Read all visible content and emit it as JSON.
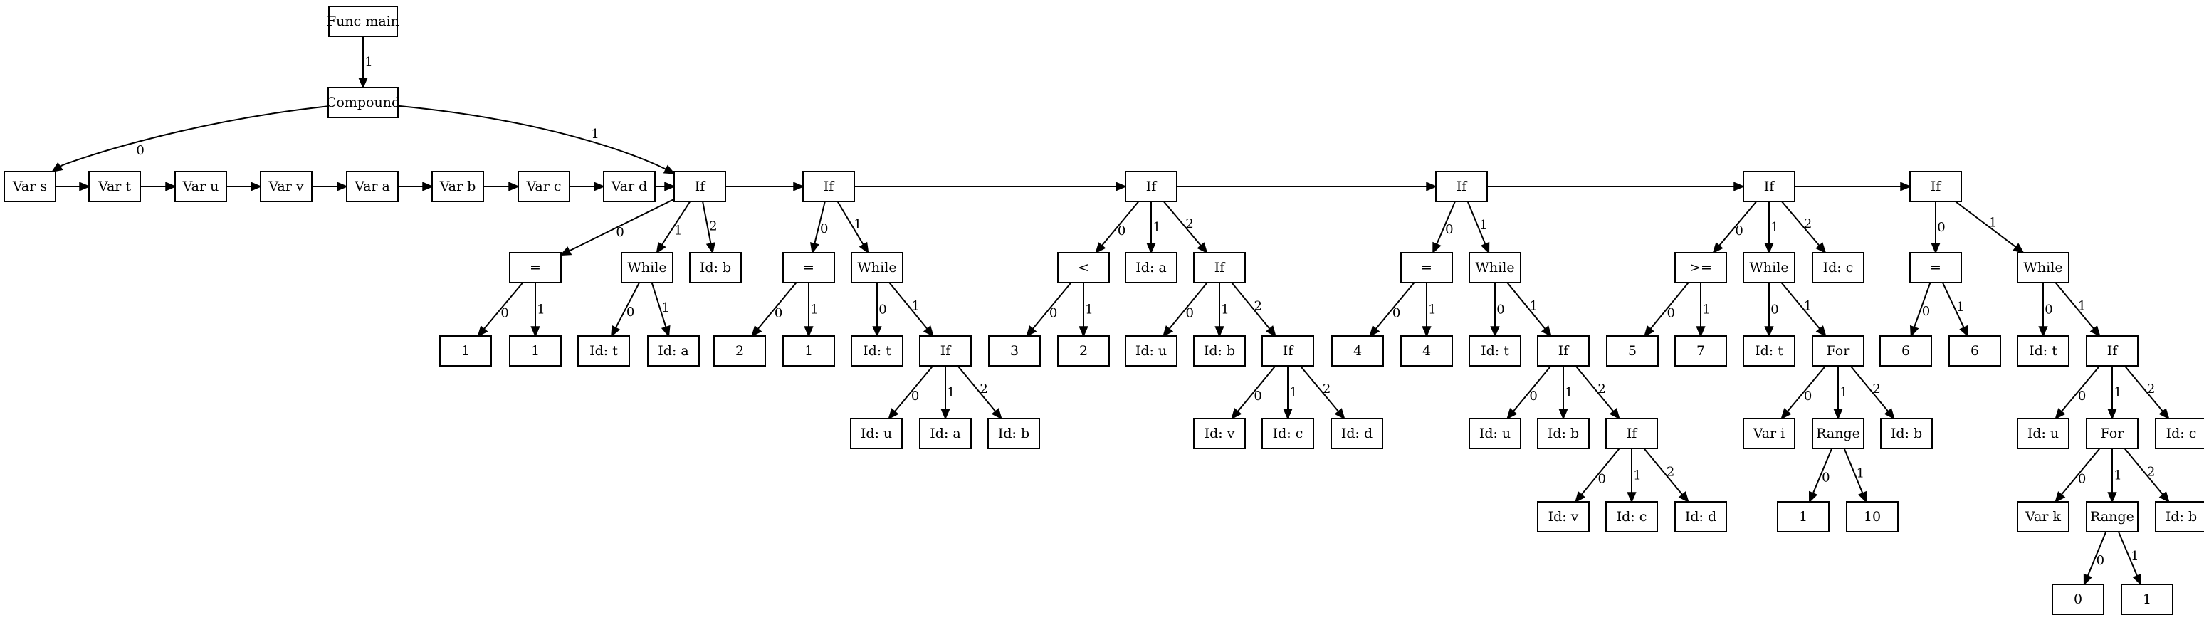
{
  "nodes": [
    {
      "id": "func",
      "label": "Func main"
    },
    {
      "id": "comp",
      "label": "Compound"
    },
    {
      "id": "vs",
      "label": "Var s"
    },
    {
      "id": "vt",
      "label": "Var t"
    },
    {
      "id": "vu",
      "label": "Var u"
    },
    {
      "id": "vv",
      "label": "Var v"
    },
    {
      "id": "va",
      "label": "Var a"
    },
    {
      "id": "vb",
      "label": "Var b"
    },
    {
      "id": "vc",
      "label": "Var c"
    },
    {
      "id": "vd",
      "label": "Var d"
    },
    {
      "id": "if1",
      "label": "If"
    },
    {
      "id": "eq1",
      "label": "="
    },
    {
      "id": "n1a",
      "label": "1"
    },
    {
      "id": "n1b",
      "label": "1"
    },
    {
      "id": "wh1",
      "label": "While"
    },
    {
      "id": "id1t",
      "label": "Id: t"
    },
    {
      "id": "id1a",
      "label": "Id: a"
    },
    {
      "id": "id1b",
      "label": "Id: b"
    },
    {
      "id": "if2",
      "label": "If"
    },
    {
      "id": "eq2",
      "label": "="
    },
    {
      "id": "n2a",
      "label": "2"
    },
    {
      "id": "n2b",
      "label": "1"
    },
    {
      "id": "wh2",
      "label": "While"
    },
    {
      "id": "id2t",
      "label": "Id: t"
    },
    {
      "id": "if2b",
      "label": "If"
    },
    {
      "id": "id2u",
      "label": "Id: u"
    },
    {
      "id": "id2a",
      "label": "Id: a"
    },
    {
      "id": "id2b",
      "label": "Id: b"
    },
    {
      "id": "if3",
      "label": "If"
    },
    {
      "id": "lt3",
      "label": "<"
    },
    {
      "id": "n3a",
      "label": "3"
    },
    {
      "id": "n3b",
      "label": "2"
    },
    {
      "id": "id3a",
      "label": "Id: a"
    },
    {
      "id": "if3b",
      "label": "If"
    },
    {
      "id": "id3u",
      "label": "Id: u"
    },
    {
      "id": "id3b",
      "label": "Id: b"
    },
    {
      "id": "if3c",
      "label": "If"
    },
    {
      "id": "id3v",
      "label": "Id: v"
    },
    {
      "id": "id3c",
      "label": "Id: c"
    },
    {
      "id": "id3d",
      "label": "Id: d"
    },
    {
      "id": "if4",
      "label": "If"
    },
    {
      "id": "eq4",
      "label": "="
    },
    {
      "id": "n4a",
      "label": "4"
    },
    {
      "id": "n4b",
      "label": "4"
    },
    {
      "id": "wh4",
      "label": "While"
    },
    {
      "id": "id4t",
      "label": "Id: t"
    },
    {
      "id": "if4b",
      "label": "If"
    },
    {
      "id": "id4u",
      "label": "Id: u"
    },
    {
      "id": "id4b",
      "label": "Id: b"
    },
    {
      "id": "if4c",
      "label": "If"
    },
    {
      "id": "id4v",
      "label": "Id: v"
    },
    {
      "id": "id4c",
      "label": "Id: c"
    },
    {
      "id": "id4d",
      "label": "Id: d"
    },
    {
      "id": "if5",
      "label": "If"
    },
    {
      "id": "ge5",
      "label": ">="
    },
    {
      "id": "n5a",
      "label": "5"
    },
    {
      "id": "n5b",
      "label": "7"
    },
    {
      "id": "wh5",
      "label": "While"
    },
    {
      "id": "id5t",
      "label": "Id: t"
    },
    {
      "id": "for5",
      "label": "For"
    },
    {
      "id": "vi5",
      "label": "Var i"
    },
    {
      "id": "rg5",
      "label": "Range"
    },
    {
      "id": "n5c",
      "label": "1"
    },
    {
      "id": "n5d",
      "label": "10"
    },
    {
      "id": "id5b",
      "label": "Id: b"
    },
    {
      "id": "id5c",
      "label": "Id: c"
    },
    {
      "id": "if6",
      "label": "If"
    },
    {
      "id": "eq6",
      "label": "="
    },
    {
      "id": "n6a",
      "label": "6"
    },
    {
      "id": "n6b",
      "label": "6"
    },
    {
      "id": "wh6",
      "label": "While"
    },
    {
      "id": "id6t",
      "label": "Id: t"
    },
    {
      "id": "if6b",
      "label": "If"
    },
    {
      "id": "id6u",
      "label": "Id: u"
    },
    {
      "id": "for6",
      "label": "For"
    },
    {
      "id": "vk6",
      "label": "Var k"
    },
    {
      "id": "rg6",
      "label": "Range"
    },
    {
      "id": "n6c",
      "label": "0"
    },
    {
      "id": "n6d",
      "label": "1"
    },
    {
      "id": "id6b",
      "label": "Id: b"
    },
    {
      "id": "id6c",
      "label": "Id: c"
    }
  ],
  "edges": [
    {
      "from": "func",
      "to": "comp",
      "label": "1"
    },
    {
      "from": "comp",
      "to": "vs",
      "label": "0"
    },
    {
      "from": "comp",
      "to": "if1",
      "label": "1"
    },
    {
      "from": "vs",
      "to": "vt",
      "label": ""
    },
    {
      "from": "vt",
      "to": "vu",
      "label": ""
    },
    {
      "from": "vu",
      "to": "vv",
      "label": ""
    },
    {
      "from": "vv",
      "to": "va",
      "label": ""
    },
    {
      "from": "va",
      "to": "vb",
      "label": ""
    },
    {
      "from": "vb",
      "to": "vc",
      "label": ""
    },
    {
      "from": "vc",
      "to": "vd",
      "label": ""
    },
    {
      "from": "vd",
      "to": "if1",
      "label": ""
    },
    {
      "from": "if1",
      "to": "if2",
      "label": ""
    },
    {
      "from": "if2",
      "to": "if3",
      "label": ""
    },
    {
      "from": "if3",
      "to": "if4",
      "label": ""
    },
    {
      "from": "if4",
      "to": "if5",
      "label": ""
    },
    {
      "from": "if5",
      "to": "if6",
      "label": ""
    },
    {
      "from": "if1",
      "to": "eq1",
      "label": "0"
    },
    {
      "from": "if1",
      "to": "wh1",
      "label": "1"
    },
    {
      "from": "if1",
      "to": "id1b",
      "label": "2"
    },
    {
      "from": "eq1",
      "to": "n1a",
      "label": "0"
    },
    {
      "from": "eq1",
      "to": "n1b",
      "label": "1"
    },
    {
      "from": "wh1",
      "to": "id1t",
      "label": "0"
    },
    {
      "from": "wh1",
      "to": "id1a",
      "label": "1"
    },
    {
      "from": "if2",
      "to": "eq2",
      "label": "0"
    },
    {
      "from": "if2",
      "to": "wh2",
      "label": "1"
    },
    {
      "from": "eq2",
      "to": "n2a",
      "label": "0"
    },
    {
      "from": "eq2",
      "to": "n2b",
      "label": "1"
    },
    {
      "from": "wh2",
      "to": "id2t",
      "label": "0"
    },
    {
      "from": "wh2",
      "to": "if2b",
      "label": "1"
    },
    {
      "from": "if2b",
      "to": "id2u",
      "label": "0"
    },
    {
      "from": "if2b",
      "to": "id2a",
      "label": "1"
    },
    {
      "from": "if2b",
      "to": "id2b",
      "label": "2"
    },
    {
      "from": "if3",
      "to": "lt3",
      "label": "0"
    },
    {
      "from": "if3",
      "to": "id3a",
      "label": "1"
    },
    {
      "from": "if3",
      "to": "if3b",
      "label": "2"
    },
    {
      "from": "lt3",
      "to": "n3a",
      "label": "0"
    },
    {
      "from": "lt3",
      "to": "n3b",
      "label": "1"
    },
    {
      "from": "if3b",
      "to": "id3u",
      "label": "0"
    },
    {
      "from": "if3b",
      "to": "id3b",
      "label": "1"
    },
    {
      "from": "if3b",
      "to": "if3c",
      "label": "2"
    },
    {
      "from": "if3c",
      "to": "id3v",
      "label": "0"
    },
    {
      "from": "if3c",
      "to": "id3c",
      "label": "1"
    },
    {
      "from": "if3c",
      "to": "id3d",
      "label": "2"
    },
    {
      "from": "if4",
      "to": "eq4",
      "label": "0"
    },
    {
      "from": "if4",
      "to": "wh4",
      "label": "1"
    },
    {
      "from": "eq4",
      "to": "n4a",
      "label": "0"
    },
    {
      "from": "eq4",
      "to": "n4b",
      "label": "1"
    },
    {
      "from": "wh4",
      "to": "id4t",
      "label": "0"
    },
    {
      "from": "wh4",
      "to": "if4b",
      "label": "1"
    },
    {
      "from": "if4b",
      "to": "id4u",
      "label": "0"
    },
    {
      "from": "if4b",
      "to": "id4b",
      "label": "1"
    },
    {
      "from": "if4b",
      "to": "if4c",
      "label": "2"
    },
    {
      "from": "if4c",
      "to": "id4v",
      "label": "0"
    },
    {
      "from": "if4c",
      "to": "id4c",
      "label": "1"
    },
    {
      "from": "if4c",
      "to": "id4d",
      "label": "2"
    },
    {
      "from": "if5",
      "to": "ge5",
      "label": "0"
    },
    {
      "from": "if5",
      "to": "wh5",
      "label": "1"
    },
    {
      "from": "if5",
      "to": "id5c",
      "label": "2"
    },
    {
      "from": "ge5",
      "to": "n5a",
      "label": "0"
    },
    {
      "from": "ge5",
      "to": "n5b",
      "label": "1"
    },
    {
      "from": "wh5",
      "to": "id5t",
      "label": "0"
    },
    {
      "from": "wh5",
      "to": "for5",
      "label": "1"
    },
    {
      "from": "for5",
      "to": "vi5",
      "label": "0"
    },
    {
      "from": "for5",
      "to": "rg5",
      "label": "1"
    },
    {
      "from": "for5",
      "to": "id5b",
      "label": "2"
    },
    {
      "from": "rg5",
      "to": "n5c",
      "label": "0"
    },
    {
      "from": "rg5",
      "to": "n5d",
      "label": "1"
    },
    {
      "from": "if6",
      "to": "eq6",
      "label": "0"
    },
    {
      "from": "if6",
      "to": "wh6",
      "label": "1"
    },
    {
      "from": "eq6",
      "to": "n6a",
      "label": "0"
    },
    {
      "from": "eq6",
      "to": "n6b",
      "label": "1"
    },
    {
      "from": "wh6",
      "to": "id6t",
      "label": "0"
    },
    {
      "from": "wh6",
      "to": "if6b",
      "label": "1"
    },
    {
      "from": "if6b",
      "to": "id6u",
      "label": "0"
    },
    {
      "from": "if6b",
      "to": "for6",
      "label": "1"
    },
    {
      "from": "if6b",
      "to": "id6c",
      "label": "2"
    },
    {
      "from": "for6",
      "to": "vk6",
      "label": "0"
    },
    {
      "from": "for6",
      "to": "rg6",
      "label": "1"
    },
    {
      "from": "for6",
      "to": "id6b",
      "label": "2"
    },
    {
      "from": "rg6",
      "to": "n6c",
      "label": "0"
    },
    {
      "from": "rg6",
      "to": "n6d",
      "label": "1"
    }
  ]
}
